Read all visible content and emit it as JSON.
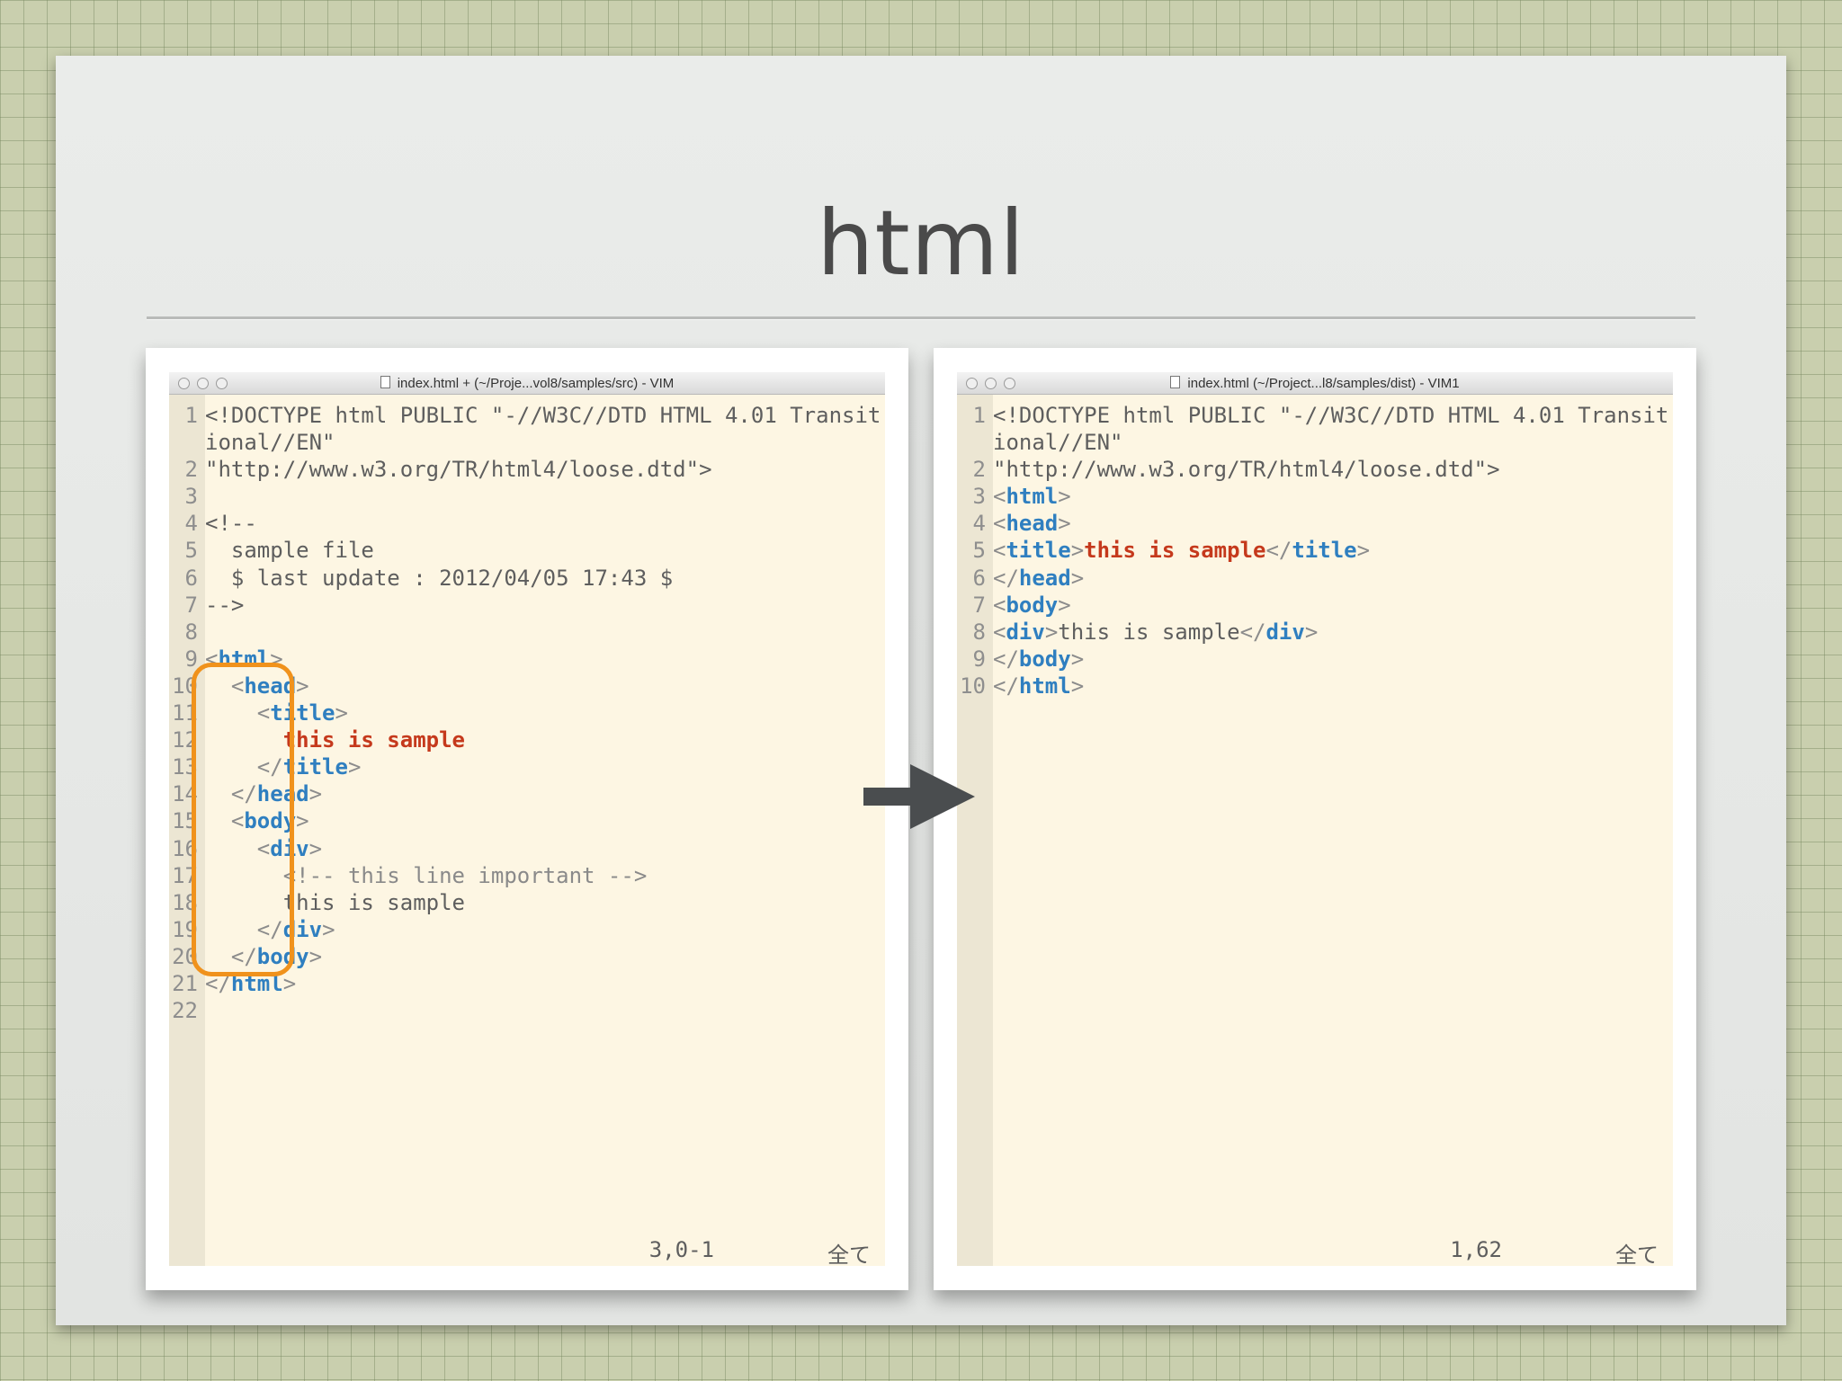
{
  "slide": {
    "title": "html"
  },
  "left_window": {
    "title": "index.html + (~/Proje...vol8/samples/src) - VIM",
    "status_pos": "3,0-1",
    "status_mode": "全て",
    "lines": [
      {
        "num": "1",
        "parts": [
          {
            "t": "<!DOCTYPE html PUBLIC \"-//W3C//DTD HTML 4.01 Transit",
            "c": ""
          }
        ]
      },
      {
        "num": "",
        "parts": [
          {
            "t": "ional//EN\"",
            "c": ""
          }
        ]
      },
      {
        "num": "2",
        "parts": [
          {
            "t": "\"http://www.w3.org/TR/html4/loose.dtd\">",
            "c": ""
          }
        ]
      },
      {
        "num": "3",
        "parts": []
      },
      {
        "num": "4",
        "parts": [
          {
            "t": "<!--",
            "c": ""
          }
        ]
      },
      {
        "num": "5",
        "parts": [
          {
            "t": "  sample file",
            "c": ""
          }
        ]
      },
      {
        "num": "6",
        "parts": [
          {
            "t": "  $ last update : 2012/04/05 17:43 $",
            "c": ""
          }
        ]
      },
      {
        "num": "7",
        "parts": [
          {
            "t": "-->",
            "c": ""
          }
        ]
      },
      {
        "num": "8",
        "parts": []
      },
      {
        "num": "9",
        "parts": [
          {
            "t": "<",
            "c": "br"
          },
          {
            "t": "html",
            "c": "tag"
          },
          {
            "t": ">",
            "c": "br"
          }
        ]
      },
      {
        "num": "10",
        "parts": [
          {
            "t": "  <",
            "c": "br"
          },
          {
            "t": "head",
            "c": "tag"
          },
          {
            "t": ">",
            "c": "br"
          }
        ]
      },
      {
        "num": "11",
        "parts": [
          {
            "t": "    <",
            "c": "br"
          },
          {
            "t": "title",
            "c": "tag"
          },
          {
            "t": ">",
            "c": "br"
          }
        ]
      },
      {
        "num": "12",
        "parts": [
          {
            "t": "      this is sample",
            "c": "red"
          }
        ]
      },
      {
        "num": "13",
        "parts": [
          {
            "t": "    </",
            "c": "br"
          },
          {
            "t": "title",
            "c": "tag"
          },
          {
            "t": ">",
            "c": "br"
          }
        ]
      },
      {
        "num": "14",
        "parts": [
          {
            "t": "  </",
            "c": "br"
          },
          {
            "t": "head",
            "c": "tag"
          },
          {
            "t": ">",
            "c": "br"
          }
        ]
      },
      {
        "num": "15",
        "parts": [
          {
            "t": "  <",
            "c": "br"
          },
          {
            "t": "body",
            "c": "tag"
          },
          {
            "t": ">",
            "c": "br"
          }
        ]
      },
      {
        "num": "16",
        "parts": [
          {
            "t": "    <",
            "c": "br"
          },
          {
            "t": "div",
            "c": "tag"
          },
          {
            "t": ">",
            "c": "br"
          }
        ]
      },
      {
        "num": "17",
        "parts": [
          {
            "t": "      <!-- this line important -->",
            "c": "cm"
          }
        ]
      },
      {
        "num": "18",
        "parts": [
          {
            "t": "      this is sample",
            "c": ""
          }
        ]
      },
      {
        "num": "19",
        "parts": [
          {
            "t": "    </",
            "c": "br"
          },
          {
            "t": "div",
            "c": "tag"
          },
          {
            "t": ">",
            "c": "br"
          }
        ]
      },
      {
        "num": "20",
        "parts": [
          {
            "t": "  </",
            "c": "br"
          },
          {
            "t": "body",
            "c": "tag"
          },
          {
            "t": ">",
            "c": "br"
          }
        ]
      },
      {
        "num": "21",
        "parts": [
          {
            "t": "</",
            "c": "br"
          },
          {
            "t": "html",
            "c": "tag"
          },
          {
            "t": ">",
            "c": "br"
          }
        ]
      },
      {
        "num": "22",
        "parts": []
      }
    ]
  },
  "right_window": {
    "title": "index.html (~/Project...l8/samples/dist) - VIM1",
    "status_pos": "1,62",
    "status_mode": "全て",
    "lines": [
      {
        "num": "1",
        "parts": [
          {
            "t": "<!DOCTYPE html PUBLIC \"-//W3C//DTD HTML 4.01 Transit",
            "c": ""
          }
        ]
      },
      {
        "num": "",
        "parts": [
          {
            "t": "ional//EN\"",
            "c": ""
          }
        ]
      },
      {
        "num": "2",
        "parts": [
          {
            "t": "\"http://www.w3.org/TR/html4/loose.dtd\">",
            "c": ""
          }
        ]
      },
      {
        "num": "3",
        "parts": [
          {
            "t": "<",
            "c": "br"
          },
          {
            "t": "html",
            "c": "tag"
          },
          {
            "t": ">",
            "c": "br"
          }
        ]
      },
      {
        "num": "4",
        "parts": [
          {
            "t": "<",
            "c": "br"
          },
          {
            "t": "head",
            "c": "tag"
          },
          {
            "t": ">",
            "c": "br"
          }
        ]
      },
      {
        "num": "5",
        "parts": [
          {
            "t": "<",
            "c": "br"
          },
          {
            "t": "title",
            "c": "tag"
          },
          {
            "t": ">",
            "c": "br"
          },
          {
            "t": "this is sample",
            "c": "red"
          },
          {
            "t": "</",
            "c": "br"
          },
          {
            "t": "title",
            "c": "tag"
          },
          {
            "t": ">",
            "c": "br"
          }
        ]
      },
      {
        "num": "6",
        "parts": [
          {
            "t": "</",
            "c": "br"
          },
          {
            "t": "head",
            "c": "tag"
          },
          {
            "t": ">",
            "c": "br"
          }
        ]
      },
      {
        "num": "7",
        "parts": [
          {
            "t": "<",
            "c": "br"
          },
          {
            "t": "body",
            "c": "tag"
          },
          {
            "t": ">",
            "c": "br"
          }
        ]
      },
      {
        "num": "8",
        "parts": [
          {
            "t": "<",
            "c": "br"
          },
          {
            "t": "div",
            "c": "tag"
          },
          {
            "t": ">",
            "c": "br"
          },
          {
            "t": "this is sample",
            "c": ""
          },
          {
            "t": "</",
            "c": "br"
          },
          {
            "t": "div",
            "c": "tag"
          },
          {
            "t": ">",
            "c": "br"
          }
        ]
      },
      {
        "num": "9",
        "parts": [
          {
            "t": "</",
            "c": "br"
          },
          {
            "t": "body",
            "c": "tag"
          },
          {
            "t": ">",
            "c": "br"
          }
        ]
      },
      {
        "num": "10",
        "parts": [
          {
            "t": "</",
            "c": "br"
          },
          {
            "t": "html",
            "c": "tag"
          },
          {
            "t": ">",
            "c": "br"
          }
        ]
      }
    ]
  },
  "icons": {
    "arrow": "right-arrow-icon",
    "highlight": "orange-rounded-box"
  },
  "colors": {
    "editor_bg": "#fdf6e3",
    "tag": "#2f7fc0",
    "string_red": "#c5391c",
    "highlight": "#f0921c",
    "arrow": "#4a4d4f"
  }
}
